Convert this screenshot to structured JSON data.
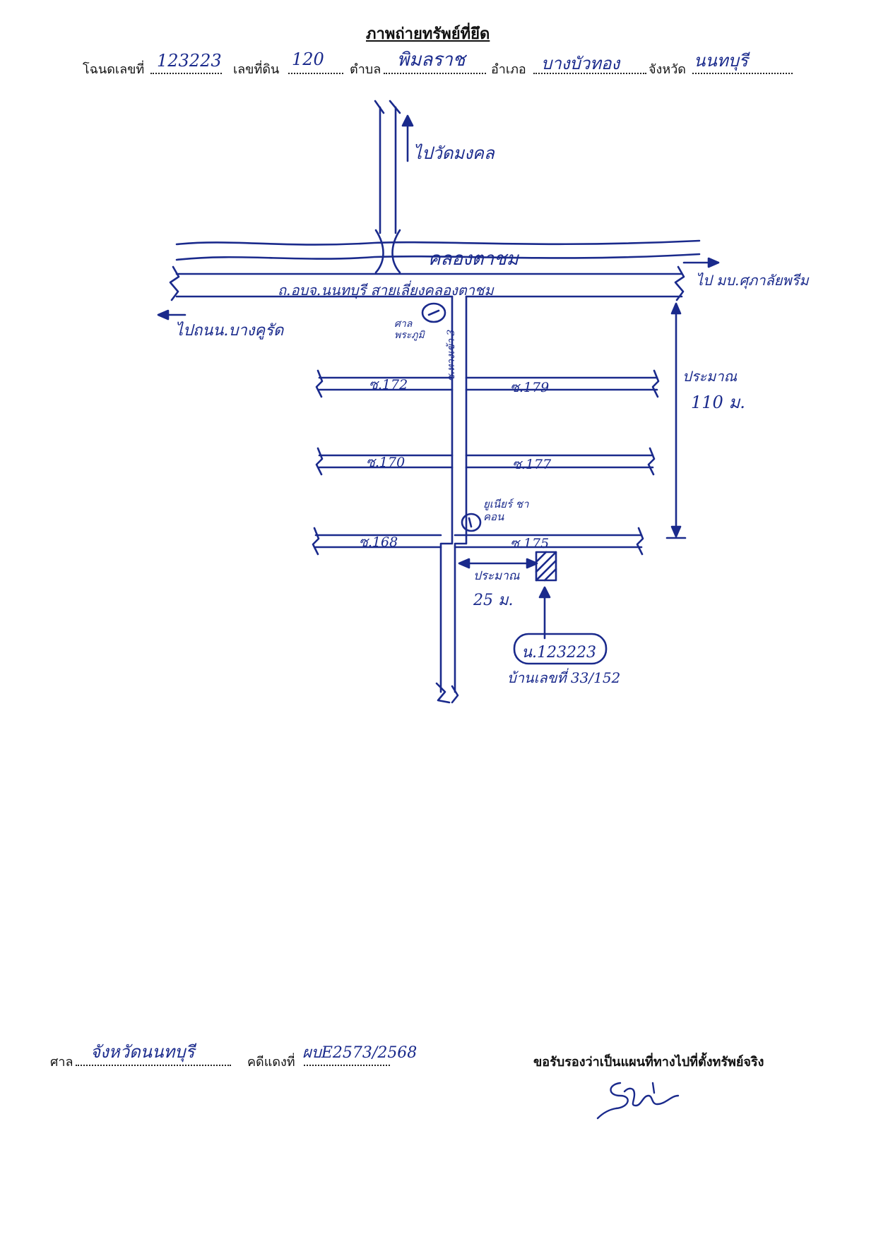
{
  "header": {
    "title": "ภาพถ่ายทรัพย์ที่ยึด",
    "deed_no_label": "โฉนดเลขที่",
    "deed_no_value": "123223",
    "land_no_label": "เลขที่ดิน",
    "land_no_value": "120",
    "subdistrict_label": "ตำบล",
    "subdistrict_value": "พิมลราช",
    "district_label": "อำเภอ",
    "district_value": "บางบัวทอง",
    "province_label": "จังหวัด",
    "province_value": "นนทบุรี"
  },
  "map": {
    "to_temple": "ไปวัดมงคล",
    "canal": "คลองตาชม",
    "main_road": "ถ.อบจ.นนทบุรี สายเลี่ยงคลองตาชม",
    "to_left": "ไปถนน.บางคูรัด",
    "to_right": "ไป มบ.ศุภาลัยพรีม",
    "shrine": "ศาลพระภูมิ",
    "soi_entry": "ซ.ทางเข้า 3",
    "soi_172": "ซ.172",
    "soi_179": "ซ.179",
    "soi_170": "ซ.170",
    "soi_177": "ซ.177",
    "soi_168": "ซ.168",
    "soi_175": "ซ.175",
    "distance_long_label": "ประมาณ",
    "distance_long_value": "110 ม.",
    "landmark": "ยูเนียร์ ชาคอน",
    "distance_short_label": "ประมาณ",
    "distance_short_value": "25 ม.",
    "plot_label": "น.123223",
    "house_no": "บ้านเลขที่ 33/152"
  },
  "footer": {
    "court_label": "ศาล",
    "court_value": "จังหวัดนนทบุรี",
    "case_label": "คดีแดงที่",
    "case_value": "ผบE2573/2568",
    "certify_text": "ขอรับรองว่าเป็นแผนที่ทางไปที่ตั้งทรัพย์จริง"
  },
  "colors": {
    "ink": "#1a2a8c",
    "print": "#111111"
  }
}
